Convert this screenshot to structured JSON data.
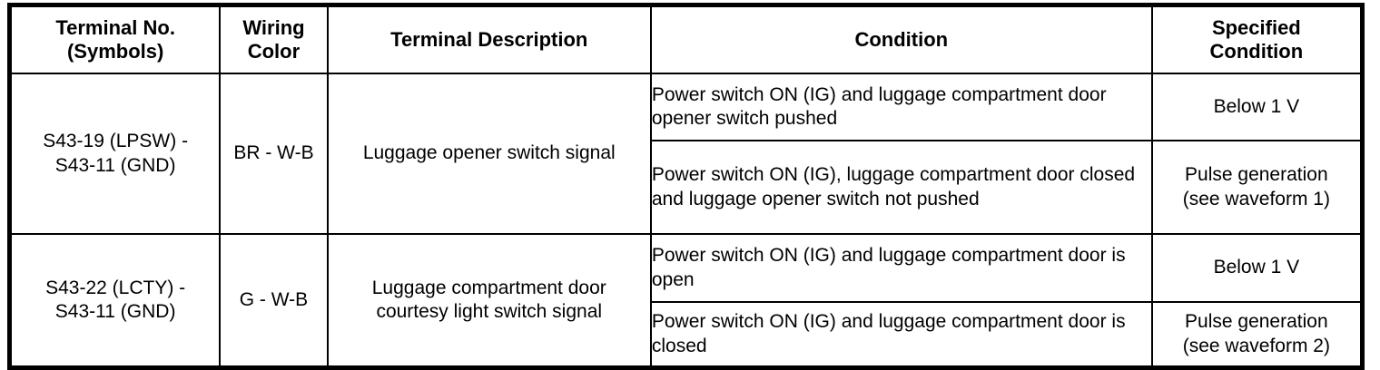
{
  "table": {
    "headers": [
      "Terminal No.\n(Symbols)",
      "Wiring\nColor",
      "Terminal Description",
      "Condition",
      "Specified\nCondition"
    ],
    "header_lines": {
      "terminal_no_1": "Terminal No.",
      "terminal_no_2": "(Symbols)",
      "wiring_color_1": "Wiring",
      "wiring_color_2": "Color",
      "terminal_description": "Terminal Description",
      "condition": "Condition",
      "specified_condition_1": "Specified",
      "specified_condition_2": "Condition"
    },
    "rows": [
      {
        "terminal_no_line1": "S43-19 (LPSW) -",
        "terminal_no_line2": "S43-11 (GND)",
        "wiring_color": "BR - W-B",
        "terminal_description_line1": "Luggage opener switch signal",
        "terminal_description_line2": "",
        "conditions": [
          {
            "condition": "Power switch ON (IG) and luggage compartment door opener switch pushed",
            "specified_condition_line1": "Below 1 V",
            "specified_condition_line2": ""
          },
          {
            "condition": "Power switch ON (IG), luggage compartment door closed and luggage opener switch not pushed",
            "specified_condition_line1": "Pulse generation",
            "specified_condition_line2": "(see waveform 1)"
          }
        ]
      },
      {
        "terminal_no_line1": "S43-22 (LCTY) -",
        "terminal_no_line2": "S43-11 (GND)",
        "wiring_color": "G - W-B",
        "terminal_description_line1": "Luggage compartment door",
        "terminal_description_line2": "courtesy light switch signal",
        "conditions": [
          {
            "condition": "Power switch ON (IG) and luggage compartment door is open",
            "specified_condition_line1": "Below 1 V",
            "specified_condition_line2": ""
          },
          {
            "condition": "Power switch ON (IG) and luggage compartment door is closed",
            "specified_condition_line1": "Pulse generation",
            "specified_condition_line2": "(see waveform 2)"
          }
        ]
      }
    ]
  },
  "colors": {
    "border": "#000000",
    "text": "#000000",
    "background": "#ffffff"
  }
}
